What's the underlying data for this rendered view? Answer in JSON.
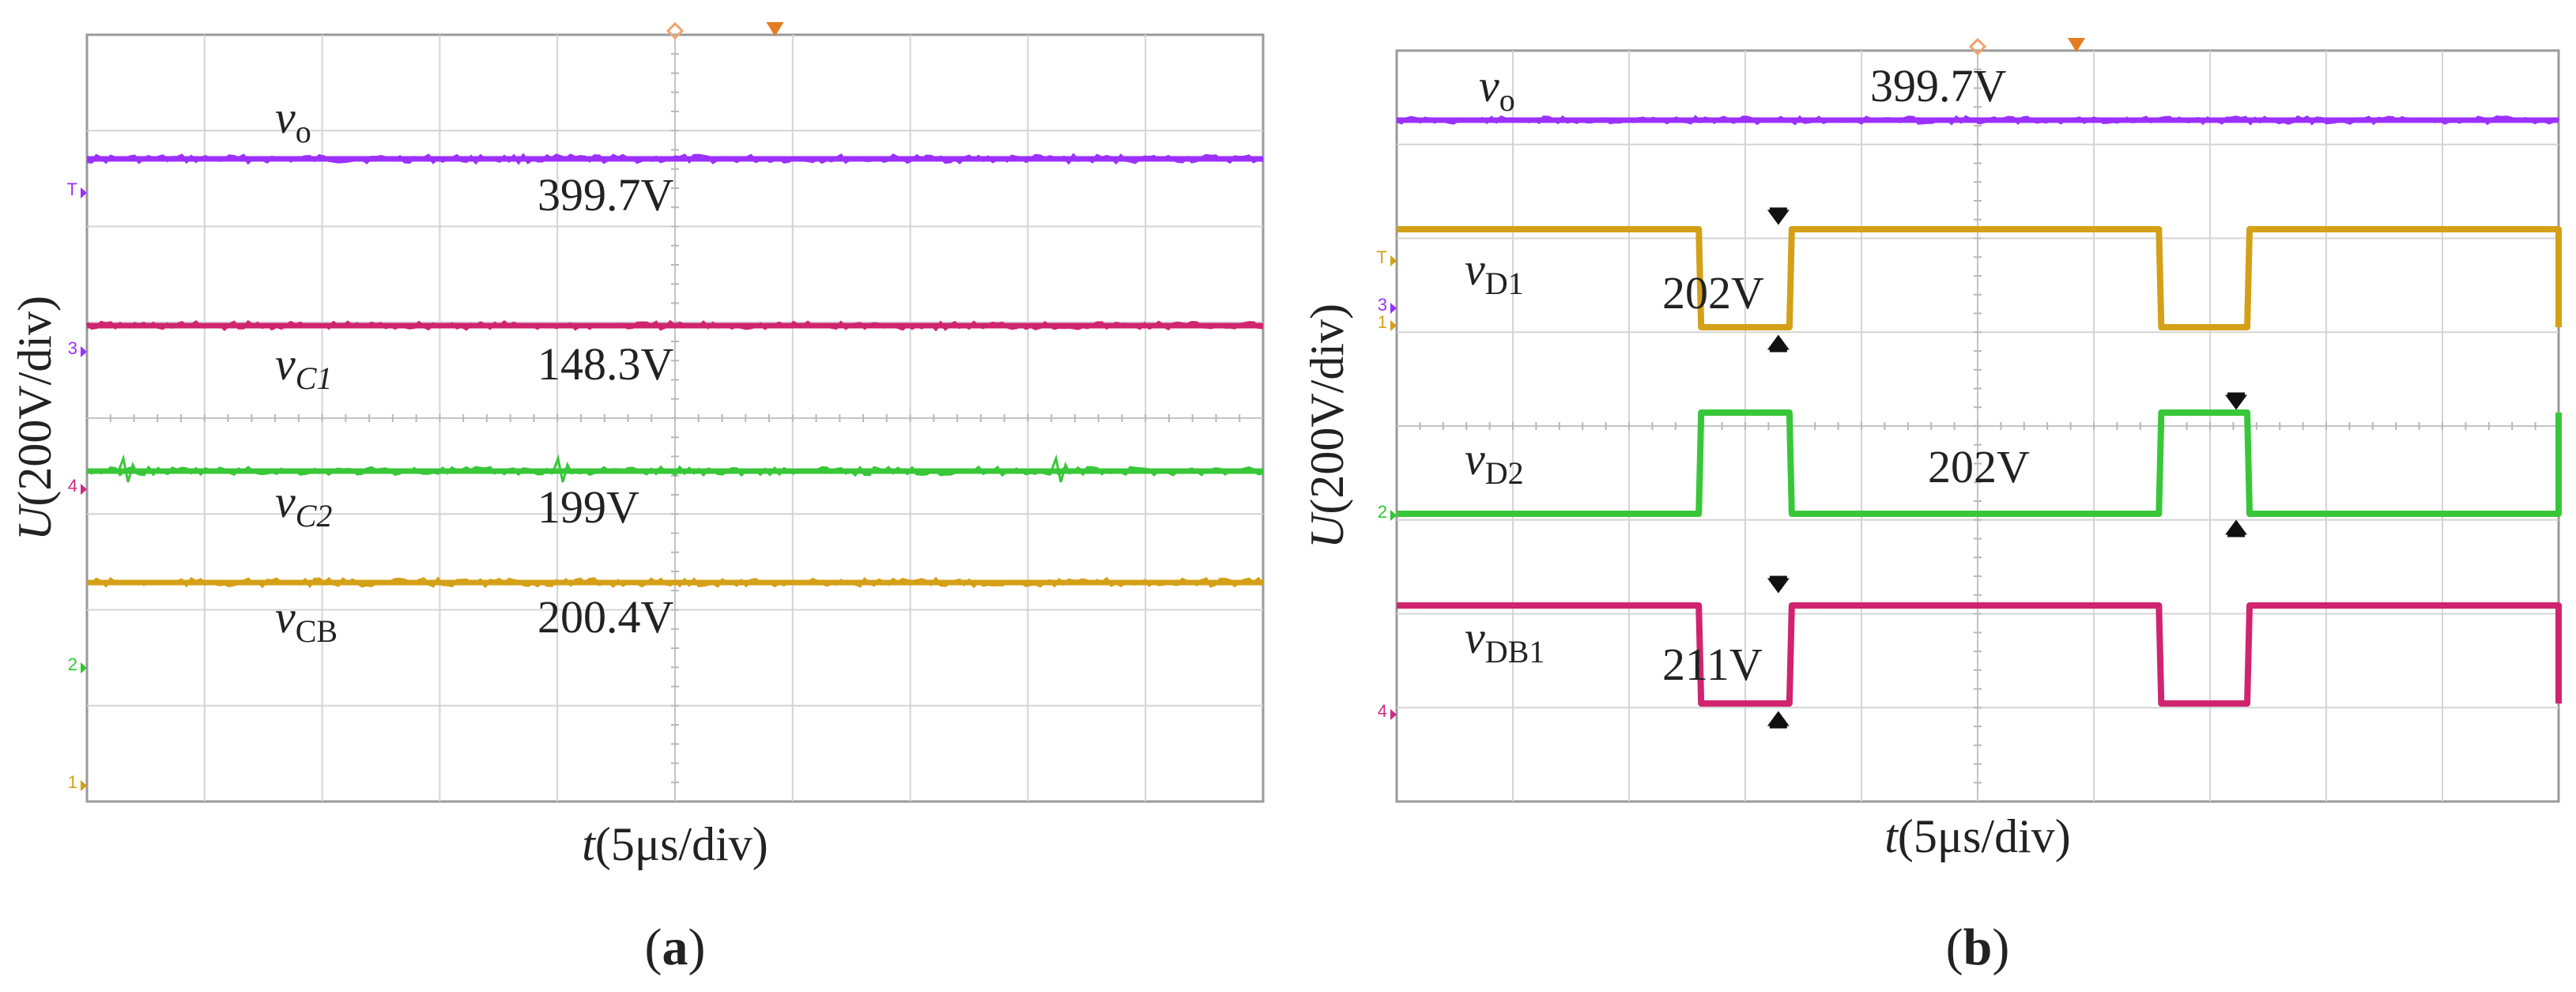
{
  "panels": [
    {
      "id": "a",
      "caption": "a",
      "ylabel_italic": "U",
      "ylabel_rest": "(200V/div)",
      "xlabel_italic": "t",
      "xlabel_rest": "(5μs/div)",
      "grid": {
        "x_divs": 10,
        "y_divs": 8
      },
      "trigger_markers": [
        {
          "color": "#f2a36b",
          "shape": "hollow-diamond"
        },
        {
          "color": "#e57c1f",
          "shape": "filled-triangle"
        }
      ],
      "channel_markers": [
        {
          "text": "T",
          "color": "#9b30ff"
        },
        {
          "text": "3",
          "color": "#9b30ff"
        },
        {
          "text": "4",
          "color": "#cc2b83"
        },
        {
          "text": "2",
          "color": "#2ec72e"
        },
        {
          "text": "1",
          "color": "#d4a017"
        }
      ],
      "traces": [
        {
          "name": "v",
          "sub": "o",
          "sub_italic": false,
          "color": "#9b30ff",
          "value": "399.7V"
        },
        {
          "name": "v",
          "sub": "C1",
          "sub_italic": true,
          "color": "#d0246f",
          "value": "148.3V"
        },
        {
          "name": "v",
          "sub": "C2",
          "sub_italic": true,
          "color": "#38c738",
          "value": "199V"
        },
        {
          "name": "v",
          "sub": "CB",
          "sub_italic": false,
          "color": "#d4a017",
          "value": "200.4V"
        }
      ]
    },
    {
      "id": "b",
      "caption": "b",
      "ylabel_italic": "U",
      "ylabel_rest": "(200V/div)",
      "xlabel_italic": "t",
      "xlabel_rest": "(5μs/div)",
      "grid": {
        "x_divs": 10,
        "y_divs": 8
      },
      "trigger_markers": [
        {
          "color": "#f2a36b",
          "shape": "hollow-diamond"
        },
        {
          "color": "#e57c1f",
          "shape": "filled-triangle"
        }
      ],
      "channel_markers": [
        {
          "text": "T",
          "color": "#d4a017"
        },
        {
          "text": "3",
          "color": "#9b30ff"
        },
        {
          "text": "1",
          "color": "#d4a017"
        },
        {
          "text": "2",
          "color": "#2ec72e"
        },
        {
          "text": "4",
          "color": "#cc2b83"
        }
      ],
      "traces": [
        {
          "name": "v",
          "sub": "o",
          "sub_italic": false,
          "color": "#9b30ff",
          "value": "399.7V"
        },
        {
          "name": "v",
          "sub": "D1",
          "sub_italic": false,
          "color": "#d4a017",
          "value": "202V"
        },
        {
          "name": "v",
          "sub": "D2",
          "sub_italic": false,
          "color": "#38c738",
          "value": "202V"
        },
        {
          "name": "v",
          "sub": "DB1",
          "sub_italic": false,
          "color": "#d0246f",
          "value": "211V"
        }
      ]
    }
  ],
  "chart_data": [
    {
      "type": "line",
      "x_unit": "μs",
      "x_div": 5,
      "y_unit": "V",
      "y_div": 200,
      "series": [
        {
          "name": "vo",
          "values": [
            399.7
          ]
        },
        {
          "name": "vC1",
          "values": [
            148.3
          ]
        },
        {
          "name": "vC2",
          "values": [
            199
          ]
        },
        {
          "name": "vCB",
          "values": [
            200.4
          ]
        }
      ]
    },
    {
      "type": "line",
      "x_unit": "μs",
      "x_div": 5,
      "y_unit": "V",
      "y_div": 200,
      "series": [
        {
          "name": "vo",
          "values": [
            399.7
          ]
        },
        {
          "name": "vD1",
          "values": [
            202,
            0,
            202,
            0,
            202,
            0
          ],
          "x": [
            0,
            13.0,
            16.9,
            32.8,
            36.6,
            50
          ]
        },
        {
          "name": "vD2",
          "values": [
            0,
            202,
            0,
            202,
            0,
            202
          ],
          "x": [
            0,
            13.0,
            16.9,
            32.8,
            36.6,
            50
          ]
        },
        {
          "name": "vDB1",
          "values": [
            211,
            0,
            211,
            0,
            211,
            0
          ],
          "x": [
            0,
            13.0,
            16.9,
            32.8,
            36.6,
            50
          ]
        }
      ]
    }
  ]
}
